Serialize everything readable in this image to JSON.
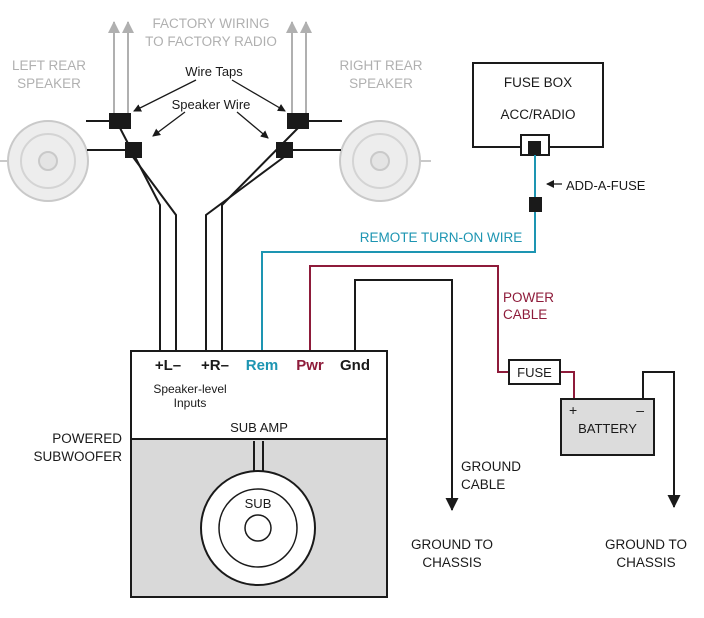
{
  "colors": {
    "teal": "#1d95b2",
    "maroon": "#8e1b3a",
    "gray_text": "#b0b0b0",
    "wire": "#1a1a1a",
    "speaker_gray": "#c9c9c9",
    "panel_gray": "#d9d9d9"
  },
  "factory": {
    "wiring_line1": "FACTORY WIRING",
    "wiring_line2": "TO FACTORY RADIO",
    "left_speaker_line1": "LEFT REAR",
    "left_speaker_line2": "SPEAKER",
    "right_speaker_line1": "RIGHT REAR",
    "right_speaker_line2": "SPEAKER"
  },
  "taps": {
    "wire_taps": "Wire Taps",
    "speaker_wire": "Speaker Wire"
  },
  "fuse_box": {
    "title": "FUSE BOX",
    "slot": "ACC/RADIO",
    "add_a_fuse": "ADD-A-FUSE"
  },
  "remote": {
    "label": "REMOTE TURN-ON WIRE"
  },
  "power": {
    "line1": "POWER",
    "line2": "CABLE"
  },
  "inline_fuse": {
    "label": "FUSE"
  },
  "battery": {
    "label": "BATTERY",
    "plus": "+",
    "minus": "–"
  },
  "ground_cable": {
    "line1": "GROUND",
    "line2": "CABLE"
  },
  "ground_chassis_amp": {
    "line1": "GROUND TO",
    "line2": "CHASSIS"
  },
  "ground_chassis_battery": {
    "line1": "GROUND TO",
    "line2": "CHASSIS"
  },
  "amp": {
    "terminal_l": "+L–",
    "terminal_r": "+R–",
    "terminal_rem": "Rem",
    "terminal_pwr": "Pwr",
    "terminal_gnd": "Gnd",
    "inputs_line1": "Speaker-level",
    "inputs_line2": "Inputs",
    "sub_amp": "SUB AMP",
    "sub": "SUB",
    "name_line1": "POWERED",
    "name_line2": "SUBWOOFER"
  }
}
